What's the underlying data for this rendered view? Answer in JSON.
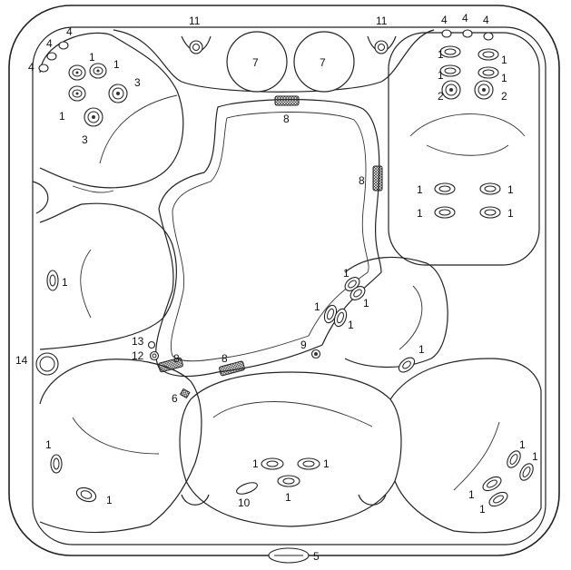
{
  "labels": {
    "jet": "1",
    "jet_large": "2",
    "jet_rotary": "3",
    "air_control": "4",
    "panel": "5",
    "part_6": "6",
    "headrest": "7",
    "filter": "8",
    "drain": "9",
    "part_10": "10",
    "pillow_jet": "11",
    "part_12": "12",
    "part_13": "13",
    "part_14": "14"
  }
}
